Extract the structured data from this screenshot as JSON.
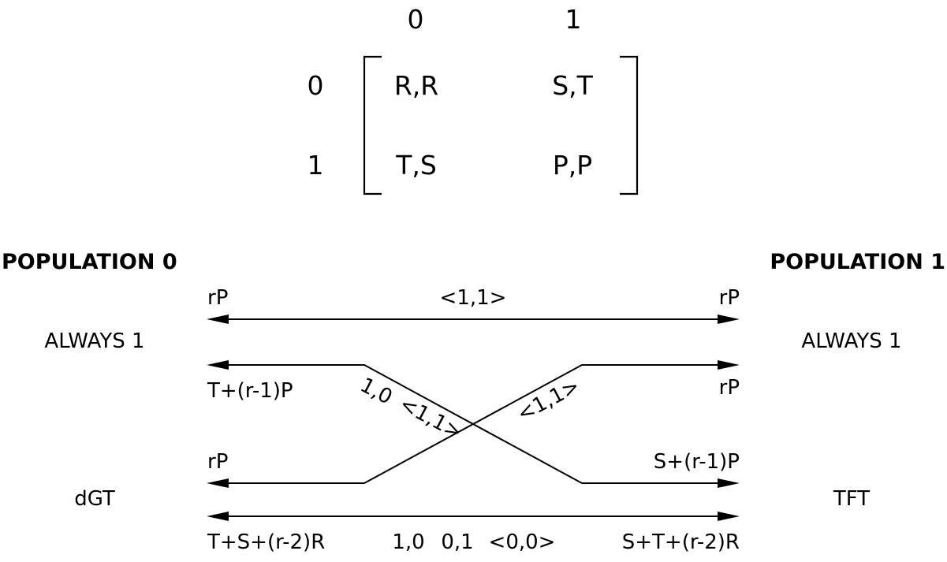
{
  "matrix": {
    "col_headers": [
      "0",
      "1"
    ],
    "row_headers": [
      "0",
      "1"
    ],
    "cells": [
      [
        "R,R",
        "S,T"
      ],
      [
        "T,S",
        "P,P"
      ]
    ]
  },
  "populations": {
    "left_title": "POPULATION 0",
    "right_title": "POPULATION 1",
    "left_strategies": [
      "ALWAYS 1",
      "dGT"
    ],
    "right_strategies": [
      "ALWAYS 1",
      "TFT"
    ]
  },
  "edges": {
    "top": {
      "left_payoff": "rP",
      "label": "<1,1>",
      "right_payoff": "rP"
    },
    "cross_down": {
      "left_payoff": "T+(r-1)P",
      "label_start": "1,0",
      "label_end": "<1,1>",
      "right_payoff": "S+(r-1)P"
    },
    "cross_up": {
      "left_payoff": "rP",
      "label": "<1,1>",
      "right_payoff": "rP"
    },
    "bottom": {
      "left_payoff": "T+S+(r-2)R",
      "label_a": "1,0",
      "label_b": "0,1",
      "label_c": "<0,0>",
      "right_payoff": "S+T+(r-2)R"
    }
  }
}
